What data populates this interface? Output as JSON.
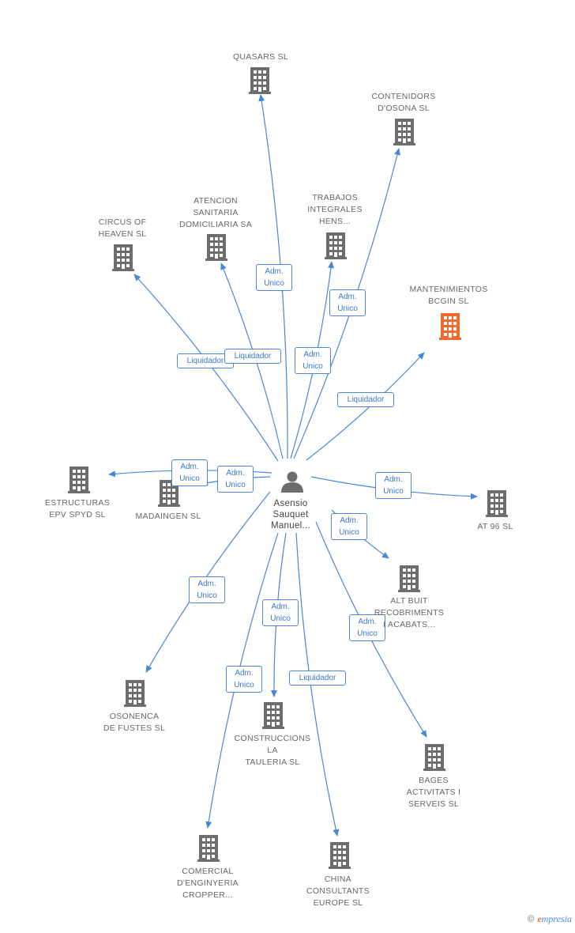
{
  "colors": {
    "edge": "#4a86d4",
    "building": "#6d6d6d",
    "building_highlight": "#f06a2d",
    "person": "#6d6d6d"
  },
  "center": {
    "label": "Asensio\nSauquet\nManuel...",
    "icon": "person-icon"
  },
  "nodes": [
    {
      "id": "quasars",
      "label": "QUASARS SL",
      "icon": "building-icon"
    },
    {
      "id": "contenidors",
      "label": "CONTENIDORS\nD'OSONA SL",
      "icon": "building-icon"
    },
    {
      "id": "circus",
      "label": "CIRCUS OF\nHEAVEN  SL",
      "icon": "building-icon"
    },
    {
      "id": "atencion",
      "label": "ATENCION\nSANITARIA\nDOMICILIARIA SA",
      "icon": "building-icon"
    },
    {
      "id": "trabajos",
      "label": "TRABAJOS\nINTEGRALES\nHENS...",
      "icon": "building-icon"
    },
    {
      "id": "mantenimientos",
      "label": "MANTENIMIENTOS\nBCGIN SL",
      "icon": "building-icon",
      "highlight": true
    },
    {
      "id": "estructuras",
      "label": "ESTRUCTURAS\nEPV SPYD SL",
      "icon": "building-icon"
    },
    {
      "id": "madaingen",
      "label": "MADAINGEN  SL",
      "icon": "building-icon"
    },
    {
      "id": "at96",
      "label": "AT 96 SL",
      "icon": "building-icon"
    },
    {
      "id": "altbuit",
      "label": "ALT BUIT\nRECOBRIMENTS\nI ACABATS...",
      "icon": "building-icon"
    },
    {
      "id": "osonenca",
      "label": "OSONENCA\nDE FUSTES SL",
      "icon": "building-icon"
    },
    {
      "id": "construccions",
      "label": "CONSTRUCCIONS\nLA\nTAULERIA  SL",
      "icon": "building-icon"
    },
    {
      "id": "bages",
      "label": "BAGES\nACTIVITATS I\nSERVEIS SL",
      "icon": "building-icon"
    },
    {
      "id": "comercial",
      "label": "COMERCIAL\nD'ENGINYERIA\nCROPPER...",
      "icon": "building-icon"
    },
    {
      "id": "china",
      "label": "CHINA\nCONSULTANTS\nEUROPE SL",
      "icon": "building-icon"
    }
  ],
  "edges": [
    {
      "to": "quasars",
      "label": "Adm.\nUnico"
    },
    {
      "to": "contenidors",
      "label": "Adm.\nUnico"
    },
    {
      "to": "circus",
      "label": "Liquidador"
    },
    {
      "to": "atencion",
      "label": "Liquidador"
    },
    {
      "to": "trabajos",
      "label": "Adm.\nUnico"
    },
    {
      "to": "mantenimientos",
      "label": "Liquidador"
    },
    {
      "to": "estructuras",
      "label": "Adm.\nUnico"
    },
    {
      "to": "madaingen",
      "label": "Adm.\nUnico"
    },
    {
      "to": "at96",
      "label": "Adm.\nUnico"
    },
    {
      "to": "altbuit",
      "label": "Adm.\nUnico"
    },
    {
      "to": "osonenca",
      "label": "Adm.\nUnico"
    },
    {
      "to": "construccions",
      "label": "Adm.\nUnico"
    },
    {
      "to": "bages",
      "label": "Adm.\nUnico"
    },
    {
      "to": "comercial",
      "label": "Adm.\nUnico"
    },
    {
      "to": "china",
      "label": "Liquidador"
    }
  ],
  "footer": {
    "copyright": "©",
    "brand_initial": "e",
    "brand_rest": "mpresia"
  }
}
